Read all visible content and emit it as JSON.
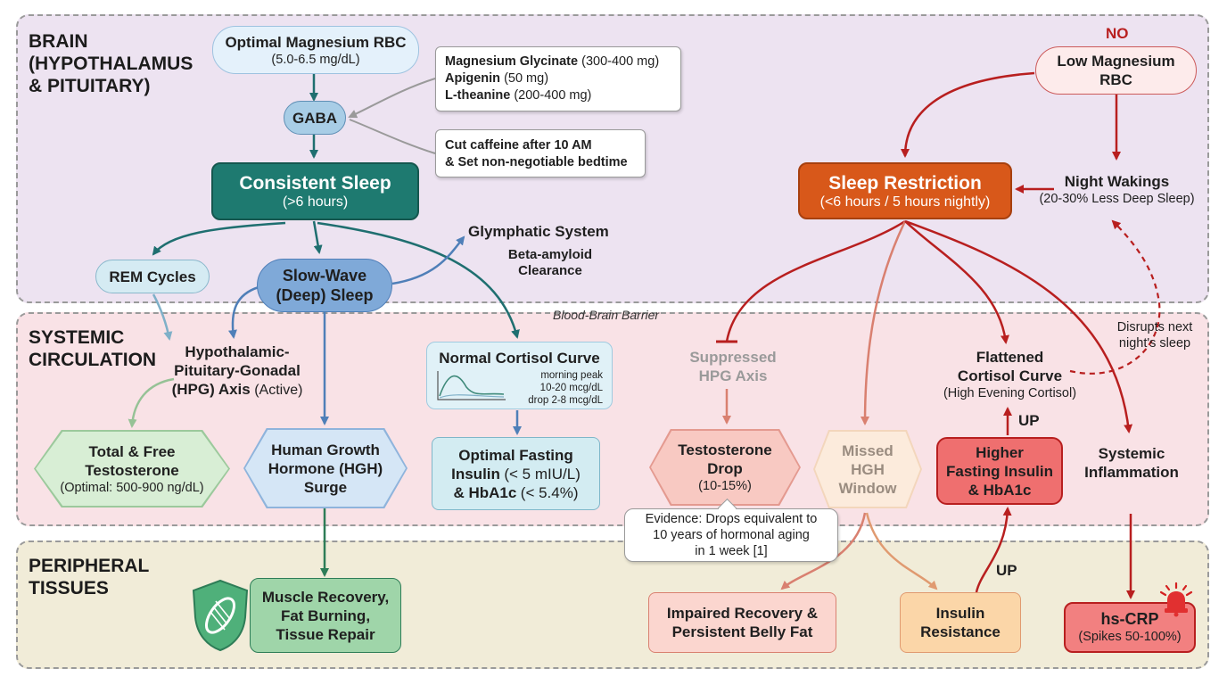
{
  "zones": {
    "brain": "BRAIN\n(HYPOTHALAMUS\n& PITUITARY)",
    "systemic": "SYSTEMIC\nCIRCULATION",
    "peripheral": "PERIPHERAL\nTISSUES"
  },
  "barrier_label": "Blood-Brain Barrier",
  "left": {
    "magnesium": {
      "title": "Optimal Magnesium RBC",
      "sub": "(5.0-6.5 mg/dL)"
    },
    "supplements": [
      {
        "name": "Magnesium Glycinate",
        "dose": "(300-400 mg)"
      },
      {
        "name": "Apigenin",
        "dose": "(50 mg)"
      },
      {
        "name": "L-theanine",
        "dose": "(200-400 mg)"
      }
    ],
    "lifestyle": [
      "Cut caffeine after 10 AM",
      "& Set non-negotiable bedtime"
    ],
    "gaba": "GABA",
    "sleep": {
      "title": "Consistent Sleep",
      "sub": "(>6 hours)"
    },
    "glymphatic": {
      "title": "Glymphatic System",
      "sub": "Beta-amyloid\nClearance"
    },
    "rem": "REM Cycles",
    "sws": "Slow-Wave\n(Deep) Sleep",
    "hpg": {
      "title": "Hypothalamic-\nPituitary-Gonadal\n(HPG) Axis",
      "active": "(Active)"
    },
    "cortisol": {
      "title": "Normal Cortisol Curve",
      "notes": [
        "morning peak",
        "10-20 mcg/dL",
        "drop 2-8 mcg/dL"
      ]
    },
    "testosterone": {
      "title": "Total & Free\nTestosterone",
      "sub": "(Optimal: 500-900 ng/dL)"
    },
    "hgh": "Human Growth\nHormone (HGH)\nSurge",
    "insulin": {
      "line1": "Optimal Fasting",
      "line2": "Insulin",
      "line2b": "(< 5 mIU/L)",
      "line3": "& HbA1c",
      "line3b": "(< 5.4%)"
    },
    "muscle": "Muscle Recovery,\nFat Burning,\nTissue Repair"
  },
  "right": {
    "no": "NO",
    "low_mg": "Low Magnesium\nRBC",
    "restriction": {
      "title": "Sleep Restriction",
      "sub": "(<6 hours / 5 hours nightly)"
    },
    "wakings": {
      "title": "Night Wakings",
      "sub": "(20-30% Less Deep Sleep)"
    },
    "suppressed": "Suppressed\nHPG Axis",
    "flattened": {
      "title": "Flattened\nCortisol Curve",
      "sub": "(High Evening Cortisol)"
    },
    "disrupts": "Disrupts next\nnight's sleep",
    "t_drop": {
      "title": "Testosterone\nDrop",
      "sub": "(10-15%)"
    },
    "missed_hgh": "Missed\nHGH\nWindow",
    "higher_insulin": "Higher\nFasting Insulin\n& HbA1c",
    "up1": "UP",
    "up2": "UP",
    "inflammation": "Systemic\nInflammation",
    "evidence": "Evidence: Drops equivalent to\n10 years of hormonal aging\nin 1 week [1]",
    "impaired": "Impaired Recovery &\nPersistent Belly Fat",
    "insulin_resistance": "Insulin\nResistance",
    "hscrp": {
      "title": "hs-CRP",
      "sub": "(Spikes 50-100%)"
    }
  },
  "icons": [
    "muscle-shield-icon",
    "alarm-bell-icon",
    "cortisol-curve-icon"
  ]
}
